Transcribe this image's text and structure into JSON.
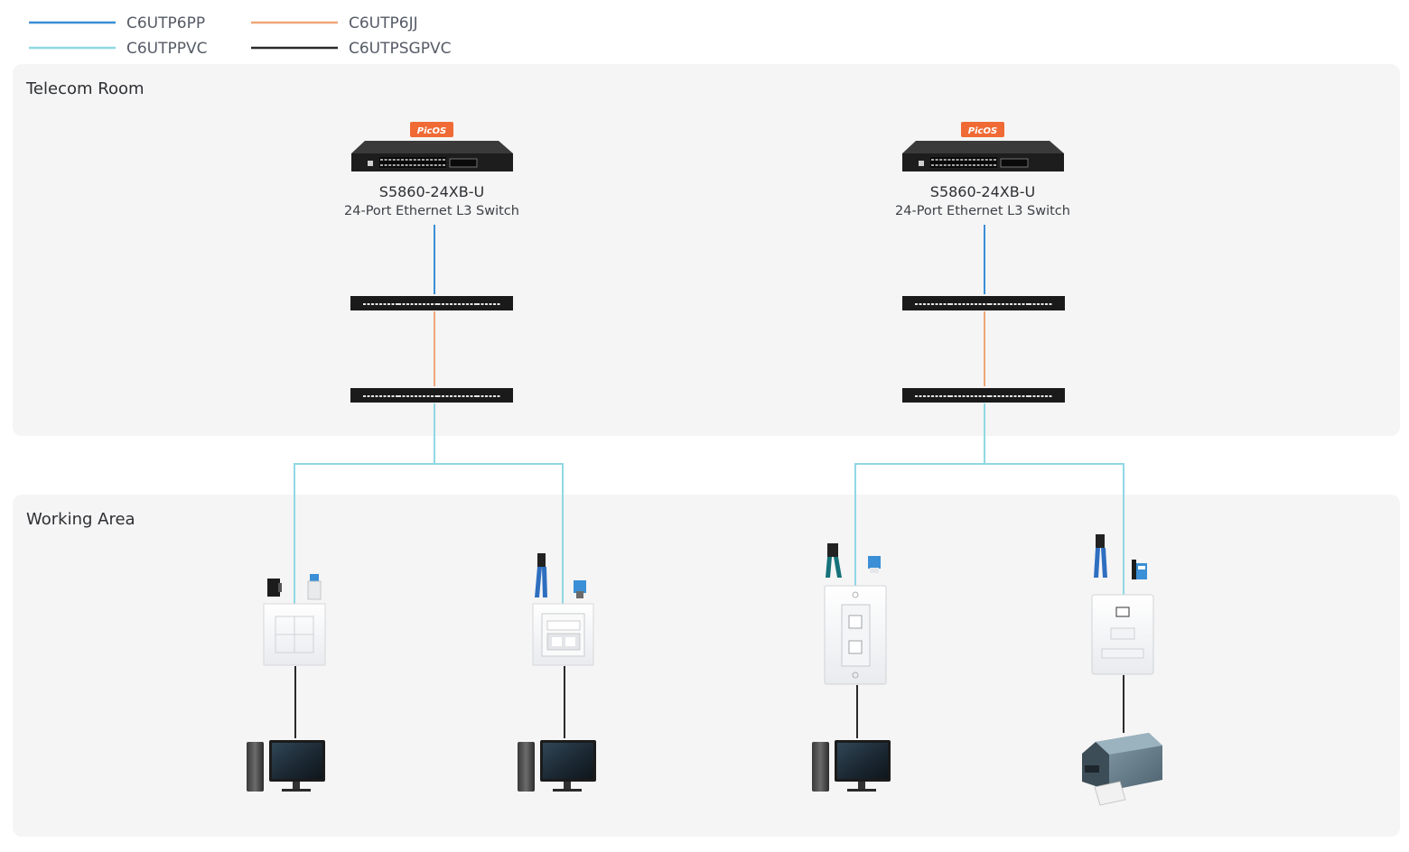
{
  "legend": [
    {
      "label": "C6UTP6PP",
      "color": "#3a8fd6"
    },
    {
      "label": "C6UTP6JJ",
      "color": "#f0a678"
    },
    {
      "label": "C6UTPPVC",
      "color": "#8fd8e3"
    },
    {
      "label": "C6UTPSGPVC",
      "color": "#2a2a2a"
    }
  ],
  "zones": {
    "telecom_room": "Telecom Room",
    "working_area": "Working Area"
  },
  "switches": [
    {
      "brand": "PicOS",
      "name": "S5860-24XB-U",
      "description": "24-Port Ethernet L3 Switch"
    },
    {
      "brand": "PicOS",
      "name": "S5860-24XB-U",
      "description": "24-Port Ethernet L3 Switch"
    }
  ],
  "endpoints": [
    {
      "wall_plate_icon": "keystone-panel-icon",
      "device_icon": "desktop-computer-icon"
    },
    {
      "wall_plate_icon": "faceplate-icon",
      "device_icon": "desktop-computer-icon"
    },
    {
      "wall_plate_icon": "two-port-wall-plate-icon",
      "device_icon": "desktop-computer-icon"
    },
    {
      "wall_plate_icon": "surface-mount-box-icon",
      "device_icon": "label-printer-icon"
    }
  ],
  "colors": {
    "zone_background": "#f5f5f5",
    "brand_orange": "#f06a35"
  }
}
